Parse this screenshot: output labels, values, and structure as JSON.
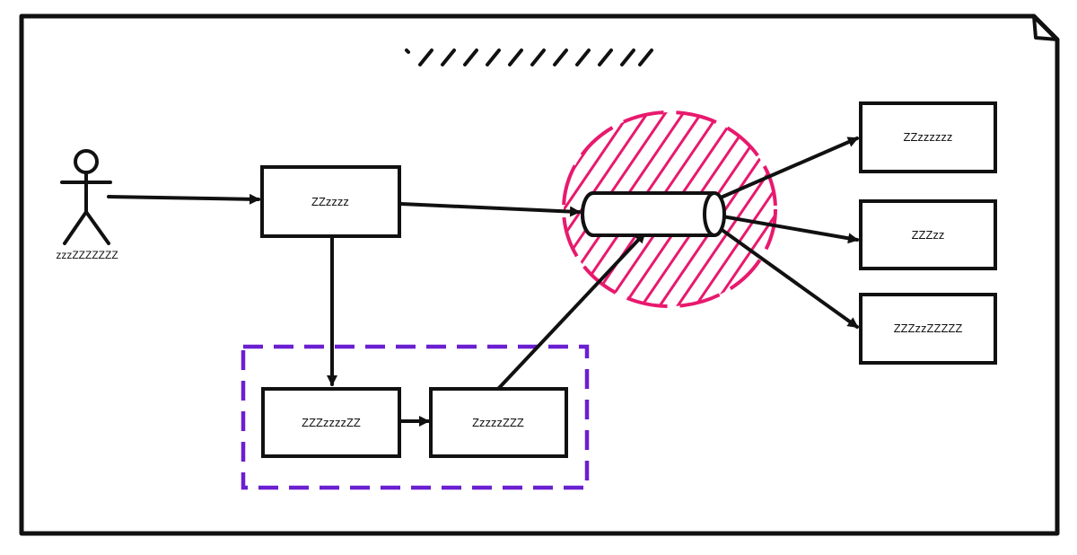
{
  "colors": {
    "ink": "#111111",
    "highlight": "#e8196e",
    "group_border": "#6a1fd1",
    "background": "#ffffff"
  },
  "actor": {
    "label": "zzzZZZZZZZ",
    "icon": "stick-figure-icon"
  },
  "nodes": {
    "entry": "ZZzzzz",
    "group_left": "ZZZzzzzZZ",
    "group_right": "ZzzzzZZZ",
    "out_top": "ZZzzzzzz",
    "out_middle": "ZZZzz",
    "out_bottom": "ZZZzzZZZZZ"
  },
  "queue": {
    "icon": "cylinder-queue-icon"
  },
  "title_icon": "scribble-title-icon"
}
